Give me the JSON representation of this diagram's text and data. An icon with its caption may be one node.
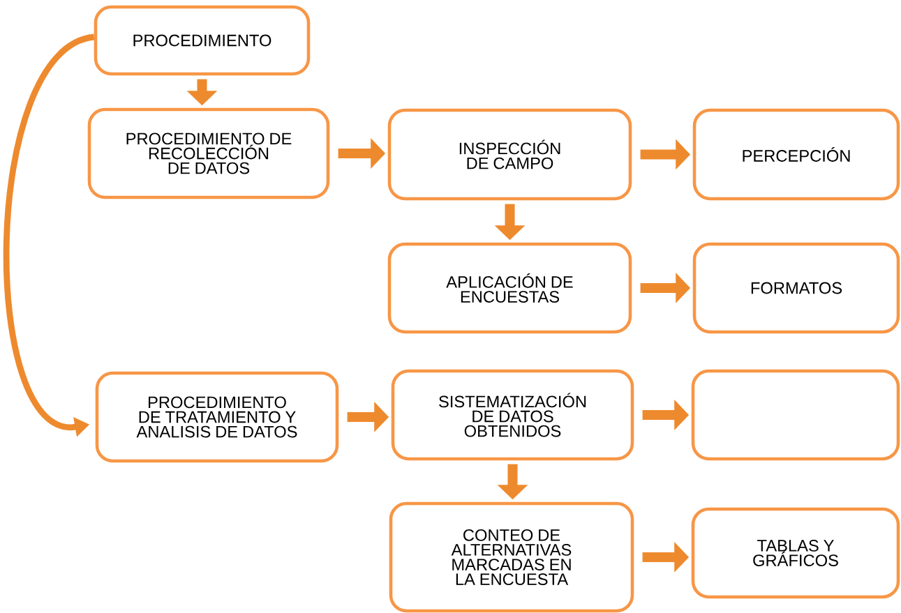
{
  "diagram": {
    "nodes": [
      {
        "text": [
          "PROCEDIMIENTO"
        ]
      },
      {
        "text": [
          "PROCEDIMIENTO DE RECOLECCIÓN DE DATOS"
        ]
      },
      {
        "text": [
          "INSPECCIÓN DE CAMPO"
        ]
      },
      {
        "text": [
          "PERCEPCIÓN"
        ]
      },
      {
        "text": [
          "APLICACIÓN DE ENCUESTAS"
        ]
      },
      {
        "text": [
          "FORMATOS"
        ]
      },
      {
        "text": [
          "PROCEDIMIENTO DE TRATAMIENTO Y ANALISIS DE DATOS"
        ]
      },
      {
        "text": [
          "SISTEMATIZACIÓN DE DATOS OBTENIDOS"
        ]
      },
      {
        "text": [],
        "shape": "box"
      },
      {
        "text": [
          "CONTEO DE ALTERNATIVAS MARCADAS EN LA ENCUESTA"
        ]
      },
      {
        "text": [
          "TABLAS Y GRÁFICOS"
        ]
      }
    ],
    "edges": [
      {
        "from": 0,
        "to": 1,
        "arrow": "to"
      },
      {
        "from": 1,
        "to": 2,
        "arrow": "to"
      },
      {
        "from": 2,
        "to": 3,
        "arrow": "to"
      },
      {
        "from": 2,
        "to": 4,
        "arrow": "to"
      },
      {
        "from": 4,
        "to": 5,
        "arrow": "to"
      },
      {
        "from": 0,
        "to": 6,
        "arrow": "to"
      },
      {
        "from": 6,
        "to": 7,
        "arrow": "to"
      },
      {
        "from": 7,
        "to": 8,
        "arrow": "to"
      },
      {
        "from": 7,
        "to": 9,
        "arrow": "to"
      },
      {
        "from": 9,
        "to": 10,
        "arrow": "to"
      }
    ]
  }
}
